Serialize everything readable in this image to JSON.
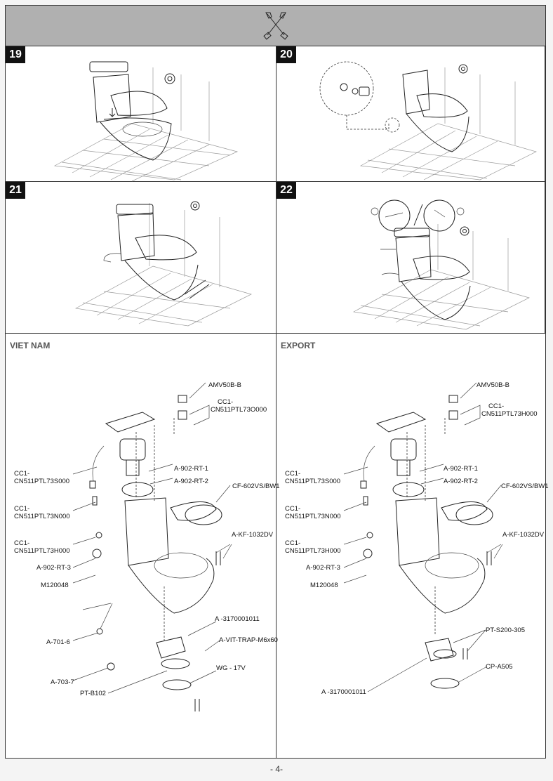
{
  "header": {
    "icon": "wrench-screwdriver-icon"
  },
  "steps": [
    {
      "number": "19"
    },
    {
      "number": "20"
    },
    {
      "number": "21"
    },
    {
      "number": "22"
    }
  ],
  "vietnam": {
    "title": "VIET NAM",
    "labels": {
      "amv": "AMV50B-B",
      "cc1_o_a": "CC1-",
      "cc1_o_b": "CN511PTL73O000",
      "s000_a": "CC1-",
      "s000_b": "CN511PTL73S000",
      "rt1": "A-902-RT-1",
      "rt2": "A-902-RT-2",
      "cf": "CF-602VS/BW1",
      "n000_a": "CC1-",
      "n000_b": "CN511PTL73N000",
      "kf": "A-KF-1032DV",
      "h000_a": "CC1-",
      "h000_b": "CN511PTL73H000",
      "rt3": "A-902-RT-3",
      "m120": "M120048",
      "a3170": "A -3170001011",
      "a701": "A-701-6",
      "trap": "A-VIT-TRAP-M6x60",
      "wg": "WG - 17V",
      "a703": "A-703-7",
      "ptb": "PT-B102"
    }
  },
  "export": {
    "title": "EXPORT",
    "labels": {
      "amv": "AMV50B-B",
      "cc1_h_a": "CC1-",
      "cc1_h_b": "CN511PTL73H000",
      "s000_a": "CC1-",
      "s000_b": "CN511PTL73S000",
      "rt1": "A-902-RT-1",
      "rt2": "A-902-RT-2",
      "cf": "CF-602VS/BW1",
      "n000_a": "CC1-",
      "n000_b": "CN511PTL73N000",
      "kf": "A-KF-1032DV",
      "h000_a": "CC1-",
      "h000_b": "CN511PTL73H000",
      "rt3": "A-902-RT-3",
      "m120": "M120048",
      "pts": "PT-S200-305",
      "cp": "CP-A505",
      "a3170": "A -3170001011"
    }
  },
  "footer": {
    "page": "- 4-"
  }
}
